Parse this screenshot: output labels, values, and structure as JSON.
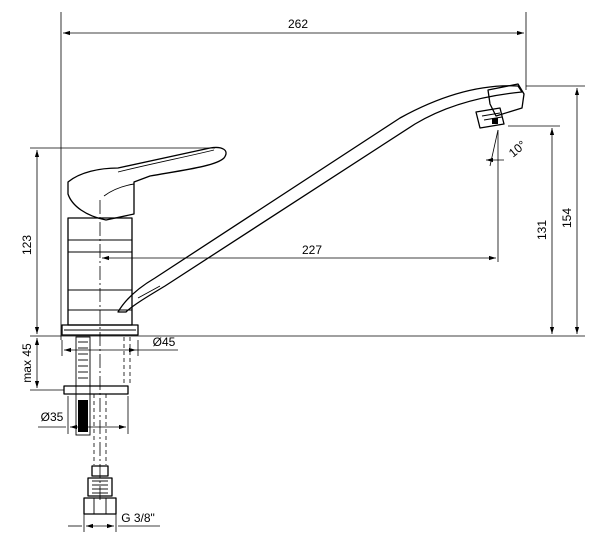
{
  "drawing": {
    "dimensions": {
      "total_length": "262",
      "spout_reach": "227",
      "spout_outlet_height": "131",
      "total_height": "154",
      "lever_height": "123",
      "max_counter_thickness": "max 45",
      "base_diameter": "Ø45",
      "hole_diameter": "Ø35",
      "connection_thread": "G 3/8\"",
      "aerator_angle": "10°"
    }
  }
}
